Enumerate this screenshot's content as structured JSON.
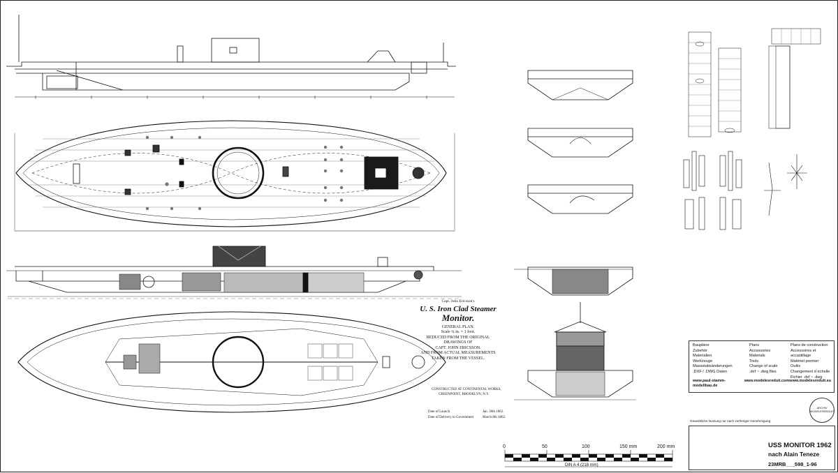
{
  "caption": {
    "header": "Capt. John Ericsson's",
    "title_line1": "U. S. Iron Clad Steamer",
    "title_line2": "Monitor.",
    "plan": "GENERAL PLAN.",
    "scale": "Scale ¼ in. = 1 foot.",
    "reduced": [
      "REDUCED FROM THE ORIGINAL DRAWINGS OF",
      "CAPT. JOHN ERICSSON.",
      "AND FROM ACTUAL MEASUREMENTS",
      "TAKEN FROM THE VESSEL."
    ],
    "constructed": [
      "CONSTRUCTED AT CONTINENTAL WORKS,",
      "GREENPOINT, BROOKLYN, N.Y."
    ],
    "launch": "Date of Launch",
    "launch_date": "Jan. 30th 1862.",
    "delivery": "Date of Delivery to Government",
    "delivery_date": "March 8th 1862."
  },
  "legend": {
    "col1": [
      "Baupläne",
      "Zubehör",
      "Materialien",
      "Werkzeuge",
      "Massstabsänderungen",
      ".DXF / .DWG Daten"
    ],
    "col2": [
      "Plans",
      "Accessories",
      "Materials",
      "Tools",
      "Change of scale",
      ".dxf ~ .dwg files"
    ],
    "col3": [
      "Plans de construction",
      "Accessoires et accastillage",
      "Matériel premier",
      "Outils",
      "Changement d´echelle",
      "Fichier .dxf ~ .dwg"
    ],
    "url1": "www.paul-stamm-modellbau.de",
    "url2": "www.modelesreduit.com",
    "url3": "www.modelesreduit.eu"
  },
  "stamp": [
    "ARCHIV",
    "MODELESREDUIT"
  ],
  "usage_note": "Gewerbliche Nutzung nur nach vorheriger Genehmigung",
  "title_block": {
    "title1": "USS MONITOR 1962",
    "title2": "nach Alain Teneze",
    "number": "23MRB___598_1-96"
  },
  "scale_bar": {
    "ticks": [
      "0",
      "50",
      "100",
      "150 mm",
      "200 mm"
    ],
    "caption": "DIN A 4 (218 mm)"
  }
}
